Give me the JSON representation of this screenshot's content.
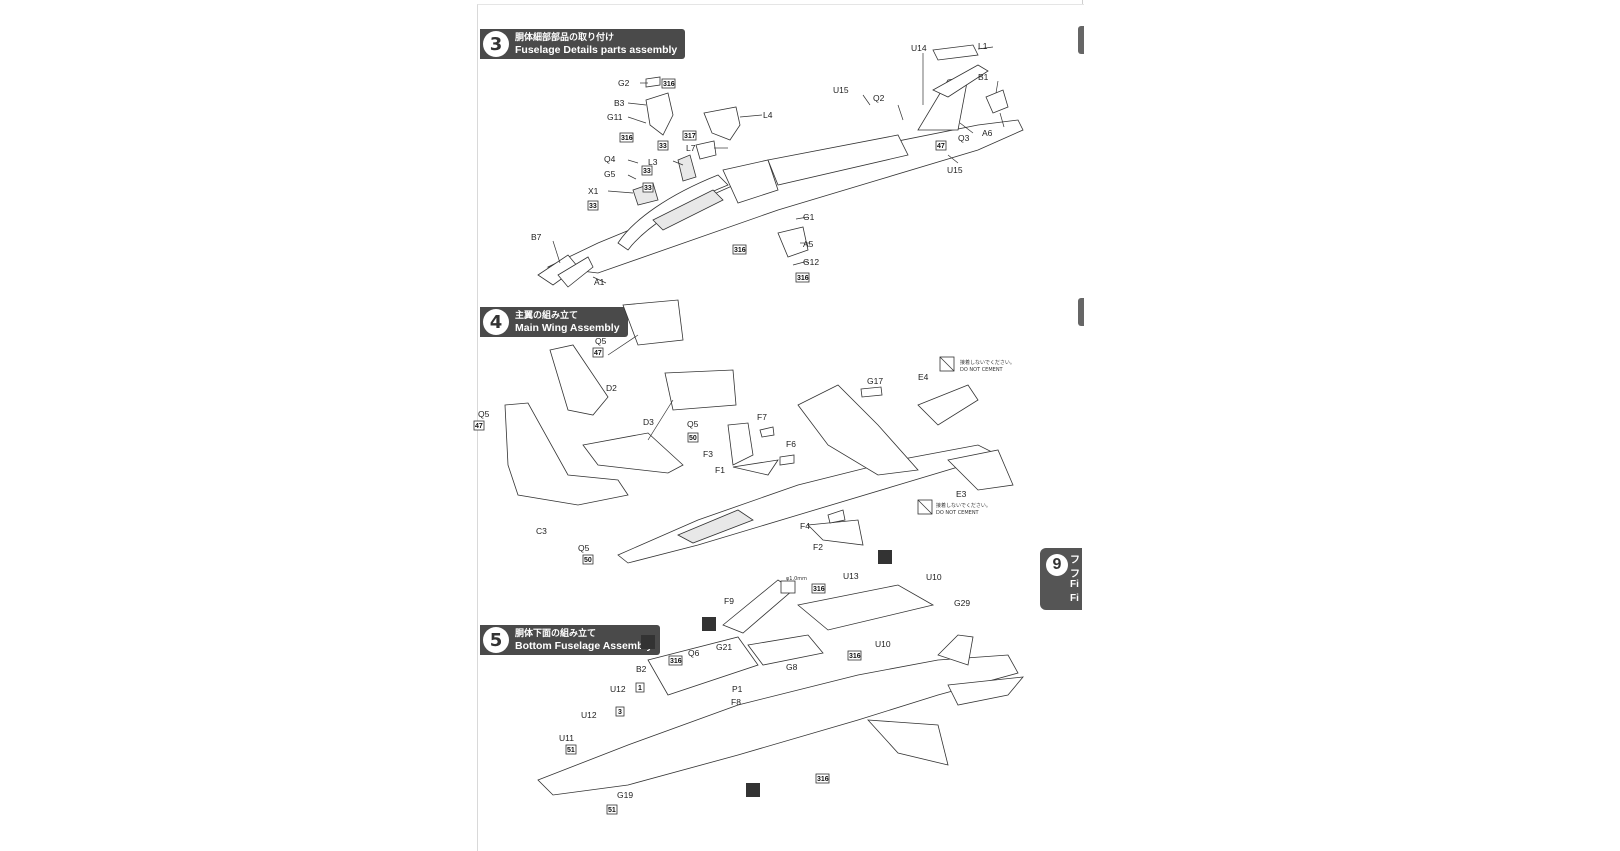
{
  "steps": [
    {
      "number": "3",
      "title_jp": "胴体細部部品の取り付け",
      "title_en": "Fuselage Details parts assembly"
    },
    {
      "number": "4",
      "title_jp": "主翼の組み立て",
      "title_en": "Main Wing Assembly"
    },
    {
      "number": "5",
      "title_jp": "胴体下面の組み立て",
      "title_en": "Bottom Fuselage Assembly"
    }
  ],
  "next_step": {
    "number": "9",
    "title_lines": [
      "フ",
      "フ",
      "Fi",
      "Fi"
    ]
  },
  "step3_labels": [
    "G2",
    "B3",
    "G11",
    "L4",
    "L7",
    "Q4",
    "L3",
    "G5",
    "X1",
    "B7",
    "A1",
    "U14",
    "L1",
    "U15",
    "Q2",
    "B1",
    "Q3",
    "A6",
    "U15",
    "G1",
    "A5",
    "G12"
  ],
  "step3_paints": [
    "316",
    "316",
    "33",
    "317",
    "33",
    "33",
    "33",
    "47",
    "316",
    "316"
  ],
  "step4_labels": [
    "Q5",
    "D2",
    "Q5",
    "D3",
    "Q5",
    "C3",
    "Q5",
    "F7",
    "F3",
    "F6",
    "F1",
    "G17",
    "E4",
    "E3",
    "F4",
    "F2"
  ],
  "step4_paints": [
    "47",
    "47",
    "50",
    "50"
  ],
  "no_cement": {
    "jp": "接着しないでください。",
    "en": "DO NOT CEMENT"
  },
  "step5_labels": [
    "F9",
    "U13",
    "U10",
    "G29",
    "U10",
    "Q6",
    "G21",
    "G8",
    "B2",
    "P1",
    "U12",
    "F8",
    "U12",
    "U11",
    "G19"
  ],
  "step5_paints": [
    "316",
    "316",
    "316",
    "1",
    "3",
    "51",
    "51",
    "316"
  ],
  "drill_note": "φ1.0mm"
}
